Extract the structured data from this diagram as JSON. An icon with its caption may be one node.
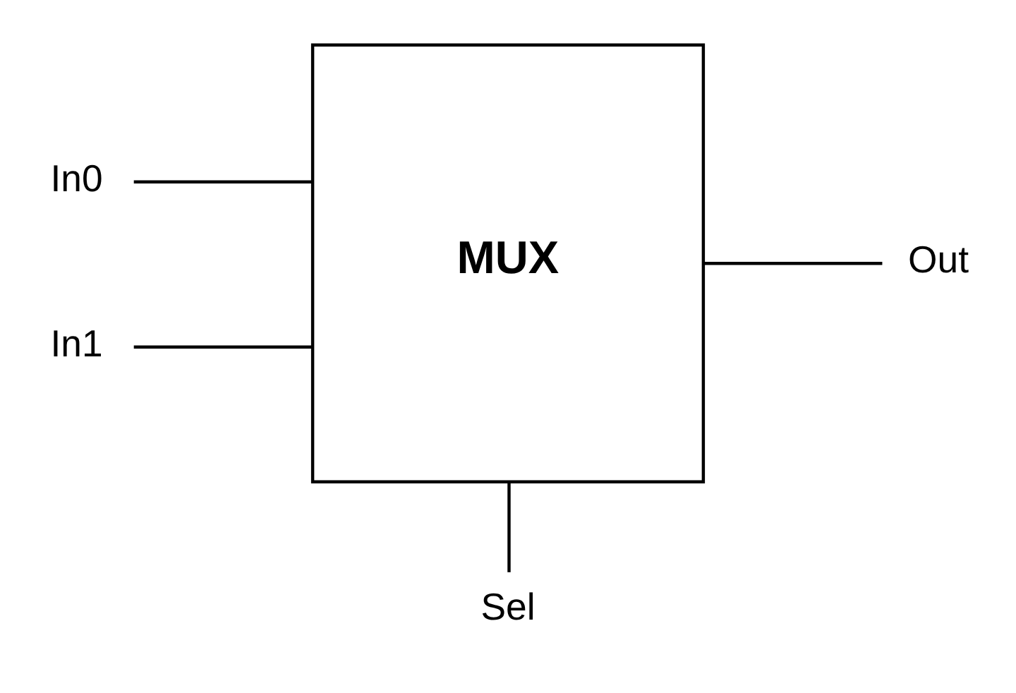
{
  "diagram": {
    "nodes": [
      {
        "text": [
          "MUX"
        ]
      },
      {
        "text": [
          "In0"
        ]
      },
      {
        "text": [
          "In1"
        ]
      },
      {
        "text": [
          "Out"
        ]
      },
      {
        "text": [
          "Sel"
        ]
      }
    ],
    "edges": [
      {
        "from": 1,
        "to": 0,
        "arrow": "none"
      },
      {
        "from": 2,
        "to": 0,
        "arrow": "none"
      },
      {
        "from": 0,
        "to": 3,
        "arrow": "none"
      },
      {
        "from": 0,
        "to": 4,
        "arrow": "none"
      }
    ]
  }
}
